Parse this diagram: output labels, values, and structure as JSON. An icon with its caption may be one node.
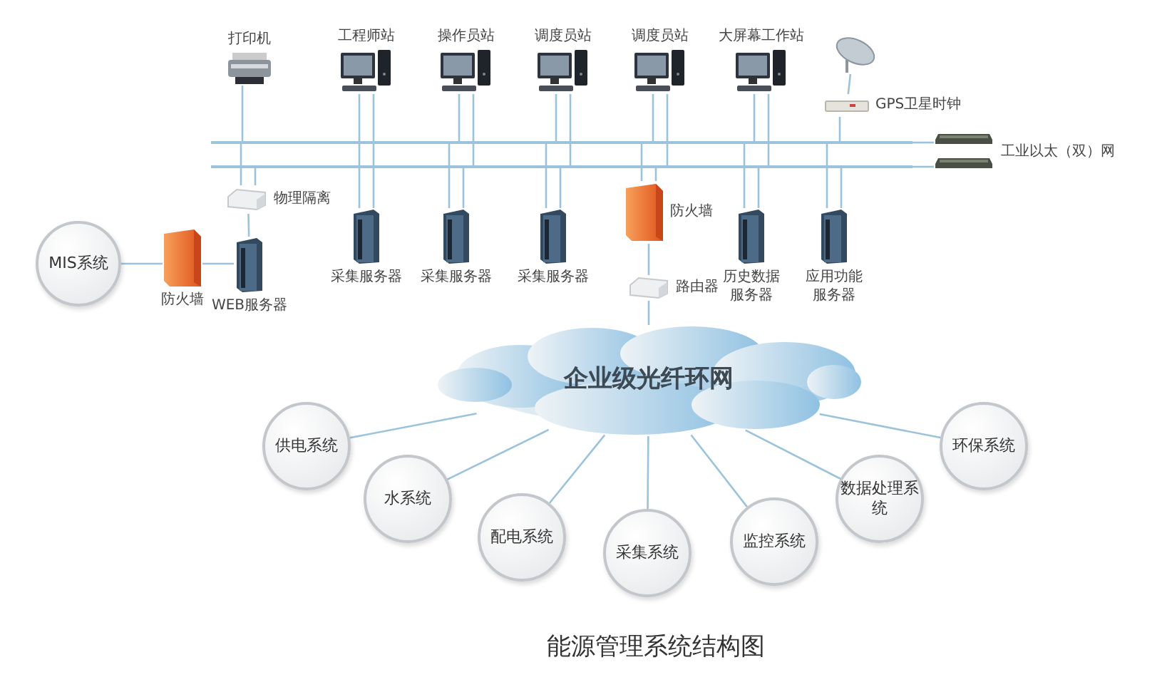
{
  "diagram": {
    "caption": "能源管理系统结构图",
    "nodes": [
      {
        "text": [
          "打印机"
        ]
      },
      {
        "text": [
          "工程师站"
        ]
      },
      {
        "text": [
          "操作员站"
        ]
      },
      {
        "text": [
          "调度员站"
        ]
      },
      {
        "text": [
          "调度员站"
        ]
      },
      {
        "text": [
          "大屏幕工作站"
        ]
      },
      {
        "text": [],
        "shape": "picture"
      },
      {
        "text": [
          "GPS卫星时钟"
        ]
      },
      {
        "text": [],
        "shape": "picture"
      },
      {
        "text": [],
        "shape": "picture"
      },
      {
        "text": [],
        "shape": "bar"
      },
      {
        "text": [],
        "shape": "bar"
      },
      {
        "text": [
          "物理隔离"
        ]
      },
      {
        "text": [
          "WEB服务器"
        ]
      },
      {
        "text": [
          "防火墙"
        ]
      },
      {
        "text": [
          "MIS系统"
        ]
      },
      {
        "text": [
          "采集服务器"
        ]
      },
      {
        "text": [
          "采集服务器"
        ]
      },
      {
        "text": [
          "采集服务器"
        ]
      },
      {
        "text": [
          "防火墙"
        ]
      },
      {
        "text": [
          "路由器"
        ]
      },
      {
        "text": [
          "历史数据服务器"
        ]
      },
      {
        "text": [
          "应用功能服务器"
        ]
      },
      {
        "text": [
          "企业级光纤环网"
        ]
      },
      {
        "text": [
          "供电系统"
        ]
      },
      {
        "text": [
          "水系统"
        ]
      },
      {
        "text": [
          "配电系统"
        ]
      },
      {
        "text": [
          "采集系统"
        ]
      },
      {
        "text": [
          "监控系统"
        ]
      },
      {
        "text": [
          "数据处理系统"
        ]
      },
      {
        "text": [
          "环保系统"
        ]
      }
    ],
    "edges": [
      {
        "from": 0,
        "to": 10,
        "arrow": "none"
      },
      {
        "from": 1,
        "to": 10,
        "arrow": "none"
      },
      {
        "from": 1,
        "to": 11,
        "arrow": "none"
      },
      {
        "from": 2,
        "to": 10,
        "arrow": "none"
      },
      {
        "from": 2,
        "to": 11,
        "arrow": "none"
      },
      {
        "from": 3,
        "to": 10,
        "arrow": "none"
      },
      {
        "from": 3,
        "to": 11,
        "arrow": "none"
      },
      {
        "from": 4,
        "to": 10,
        "arrow": "none"
      },
      {
        "from": 4,
        "to": 11,
        "arrow": "none"
      },
      {
        "from": 5,
        "to": 10,
        "arrow": "none"
      },
      {
        "from": 5,
        "to": 11,
        "arrow": "none"
      },
      {
        "from": 6,
        "to": 7,
        "arrow": "none"
      },
      {
        "from": 7,
        "to": 10,
        "arrow": "none"
      },
      {
        "from": 10,
        "to": 8,
        "arrow": "none"
      },
      {
        "from": 11,
        "to": 9,
        "arrow": "none"
      },
      {
        "from": 10,
        "to": 12,
        "arrow": "none"
      },
      {
        "from": 11,
        "to": 12,
        "arrow": "none"
      },
      {
        "from": 12,
        "to": 13,
        "arrow": "none"
      },
      {
        "from": 15,
        "to": 14,
        "arrow": "none"
      },
      {
        "from": 14,
        "to": 13,
        "arrow": "none"
      },
      {
        "from": 10,
        "to": 16,
        "arrow": "none"
      },
      {
        "from": 11,
        "to": 16,
        "arrow": "none"
      },
      {
        "from": 10,
        "to": 17,
        "arrow": "none"
      },
      {
        "from": 11,
        "to": 17,
        "arrow": "none"
      },
      {
        "from": 10,
        "to": 18,
        "arrow": "none"
      },
      {
        "from": 11,
        "to": 18,
        "arrow": "none"
      },
      {
        "from": 10,
        "to": 19,
        "arrow": "none"
      },
      {
        "from": 11,
        "to": 19,
        "arrow": "none"
      },
      {
        "from": 19,
        "to": 20,
        "arrow": "none"
      },
      {
        "from": 20,
        "to": 23,
        "arrow": "none"
      },
      {
        "from": 10,
        "to": 21,
        "arrow": "none"
      },
      {
        "from": 11,
        "to": 21,
        "arrow": "none"
      },
      {
        "from": 10,
        "to": 22,
        "arrow": "none"
      },
      {
        "from": 11,
        "to": 22,
        "arrow": "none"
      },
      {
        "from": 23,
        "to": 24,
        "arrow": "none"
      },
      {
        "from": 23,
        "to": 25,
        "arrow": "none"
      },
      {
        "from": 23,
        "to": 26,
        "arrow": "none"
      },
      {
        "from": 23,
        "to": 27,
        "arrow": "none"
      },
      {
        "from": 23,
        "to": 28,
        "arrow": "none"
      },
      {
        "from": 23,
        "to": 29,
        "arrow": "none"
      },
      {
        "from": 23,
        "to": 30,
        "arrow": "none"
      }
    ],
    "labels": [
      "工业以太（双）网"
    ]
  }
}
